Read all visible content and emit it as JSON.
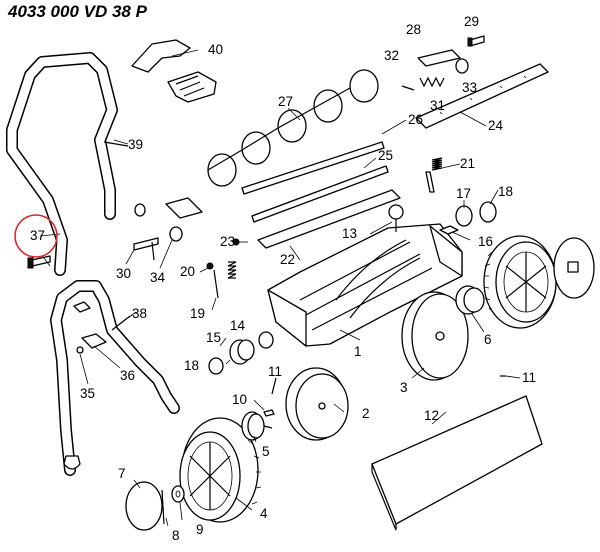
{
  "title": "4033 000  VD 38 P",
  "highlight_color": "#d22b2b",
  "highlighted_part": "37",
  "parts": {
    "p1": "1",
    "p2": "2",
    "p3": "3",
    "p4": "4",
    "p5": "5",
    "p6": "6",
    "p7": "7",
    "p8": "8",
    "p9": "9",
    "p10": "10",
    "p11a": "11",
    "p11b": "11",
    "p12": "12",
    "p13": "13",
    "p14": "14",
    "p15": "15",
    "p16": "16",
    "p17": "17",
    "p18a": "18",
    "p18b": "18",
    "p19": "19",
    "p20": "20",
    "p21": "21",
    "p22": "22",
    "p23": "23",
    "p24": "24",
    "p25": "25",
    "p26": "26",
    "p27": "27",
    "p28": "28",
    "p29": "29",
    "p30": "30",
    "p31": "31",
    "p32": "32",
    "p33": "33",
    "p34": "34",
    "p35": "35",
    "p36": "36",
    "p37": "37",
    "p38": "38",
    "p39": "39",
    "p40": "40"
  }
}
